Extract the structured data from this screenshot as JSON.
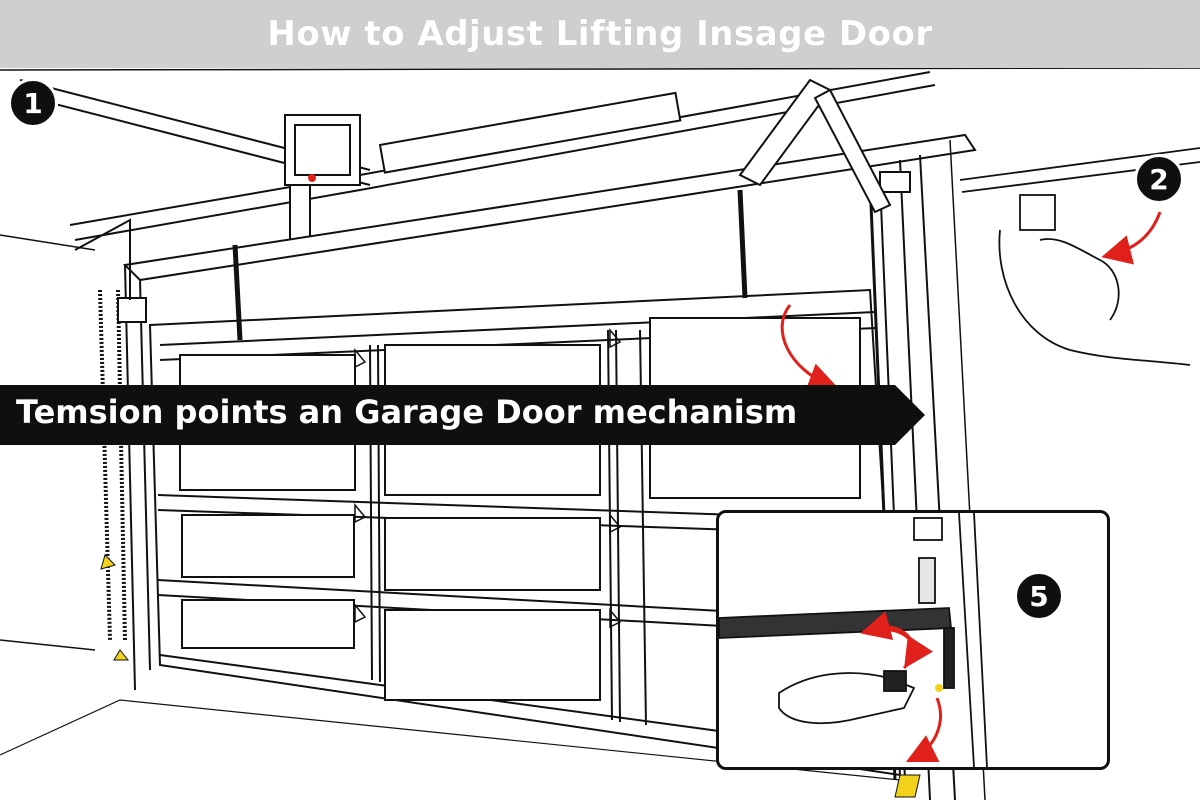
{
  "title": "How to Adjust Lifting Insage Door",
  "banner": "Temsion points an Garage Door mechanism",
  "steps": {
    "one": "1",
    "two": "2",
    "five": "5"
  },
  "colors": {
    "title_bg": "#cfcfcf",
    "banner_bg": "#0f0f0f",
    "arrow": "#e0201b",
    "line_art": "#111111",
    "accent_yellow": "#f2d21b"
  },
  "icons": {
    "arrow_to_panel": "curved-red-arrow",
    "arrow_to_handle": "curved-red-arrow",
    "arrows_in_inset": "curved-red-arrow"
  }
}
